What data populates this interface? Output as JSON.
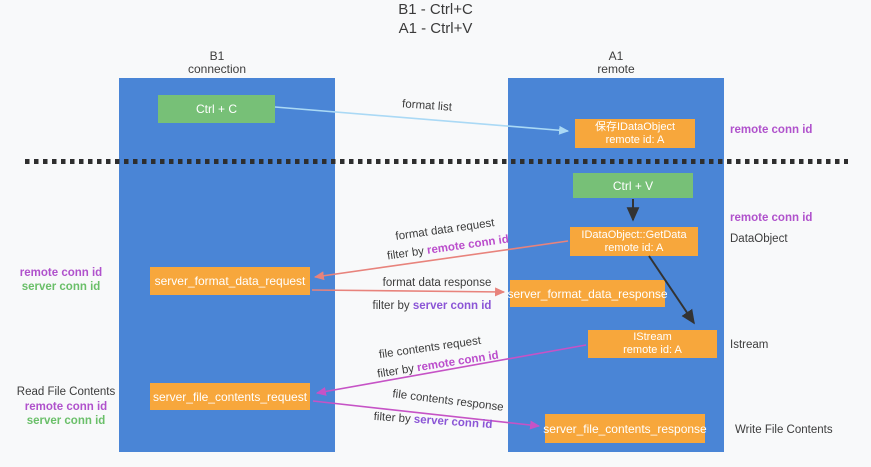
{
  "title": {
    "line1": "B1 - Ctrl+C",
    "line2": "A1 - Ctrl+V"
  },
  "columns": {
    "b1": {
      "name": "B1",
      "subtitle": "connection"
    },
    "a1": {
      "name": "A1",
      "subtitle": "remote"
    }
  },
  "nodes": {
    "ctrl_c": {
      "label": "Ctrl + C"
    },
    "ctrl_v": {
      "label": "Ctrl + V"
    },
    "save_dataobject": {
      "line1": "保存IDataObject",
      "line2": "remote id: A"
    },
    "getdata": {
      "line1": "IDataObject::GetData",
      "line2": "remote id: A"
    },
    "istream": {
      "line1": "IStream",
      "line2": "remote id: A"
    },
    "format_request": {
      "label": "server_format_data_request"
    },
    "format_response": {
      "label": "server_format_data_response"
    },
    "file_request": {
      "label": "server_file_contents_request"
    },
    "file_response": {
      "label": "server_file_contents_response"
    }
  },
  "left_labels": {
    "format_remote": "remote conn id",
    "format_server": "server conn id",
    "read_file": "Read File Contents",
    "file_remote": "remote conn id",
    "file_server": "server conn id"
  },
  "right_labels": {
    "top_remote": "remote conn id",
    "mid_remote": "remote conn id",
    "dataobject": "DataObject",
    "istream": "Istream",
    "write_file": "Write File Contents"
  },
  "arrow_labels": {
    "format_list": "format list",
    "format_request": {
      "line1": "format data request",
      "filter_prefix": "filter by ",
      "filter_key": "remote conn id"
    },
    "format_response": {
      "line1": "format data response",
      "filter_prefix": "filter by ",
      "filter_key": "server conn id"
    },
    "file_request": {
      "line1": "file contents request",
      "filter_prefix": "filter by ",
      "filter_key": "remote conn id"
    },
    "file_response": {
      "line1": "file contents response",
      "filter_prefix": "filter by ",
      "filter_key": "server conn id"
    }
  },
  "colors": {
    "background": "#f8f9fa",
    "column_blue": "#4a85d6",
    "node_green": "#77c077",
    "node_orange": "#f7a73c",
    "arrow_light_blue": "#aad9f5",
    "arrow_salmon": "#e8837c",
    "arrow_magenta": "#c653c6",
    "arrow_black": "#333333",
    "label_remote_purple": "#b052cc",
    "label_server_green": "#6abf69",
    "label_filter_purple": "#8b55d6"
  }
}
